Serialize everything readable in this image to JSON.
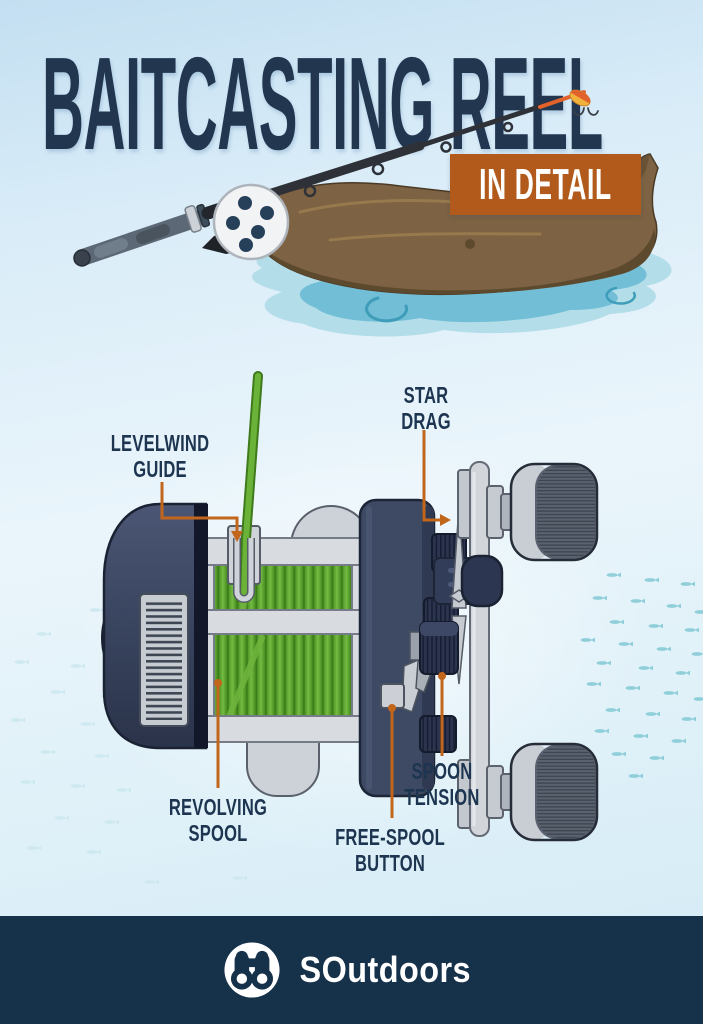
{
  "header": {
    "title": "BAITCASTING REEL",
    "badge": "IN DETAIL"
  },
  "diagram": {
    "labels": {
      "levelwind": {
        "line1": "LEVELWIND",
        "line2": "GUIDE"
      },
      "star_drag": {
        "line1": "STAR",
        "line2": "DRAG"
      },
      "revolving_spool": {
        "line1": "REVOLVING",
        "line2": "SPOOL"
      },
      "free_spool": {
        "line1": "FREE-SPOOL",
        "line2": "BUTTON"
      },
      "spoon_tension": {
        "line1": "SPOON",
        "line2": "TENSION"
      }
    }
  },
  "footer": {
    "brand": "SOutdoors"
  },
  "icons": {
    "logo": "binoculars-icon"
  },
  "colors": {
    "title_navy": "#223650",
    "badge_orange": "#b25a1c",
    "label_navy": "#1d3550",
    "leader_orange": "#c2661c",
    "line_green": "#61a933",
    "reel_navy": "#3e4963",
    "water_teal": "#72bed6",
    "footer_navy": "#16314a"
  }
}
